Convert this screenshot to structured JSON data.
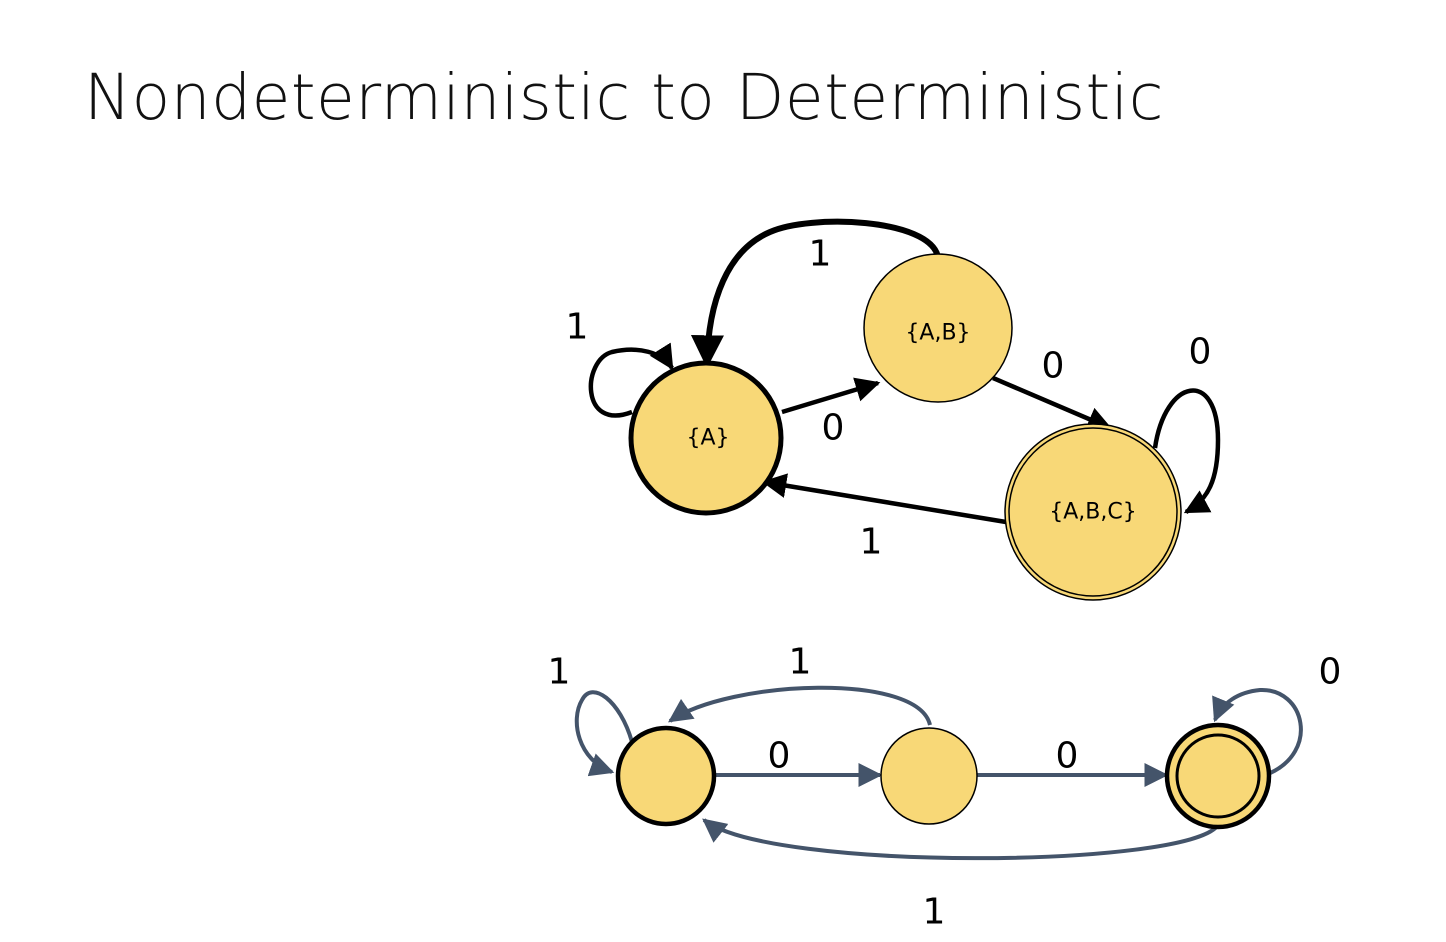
{
  "title": "Nondeterministic to Deterministic",
  "colors": {
    "state_fill": "#F8D877",
    "dark_edge": "#000000",
    "light_edge": "#44546A"
  },
  "top_diagram": {
    "states": {
      "a": "{A}",
      "ab": "{A,B}",
      "abc": "{A,B,C}"
    },
    "edges": {
      "a_self": "1",
      "a_to_ab": "0",
      "ab_to_a": "1",
      "ab_to_abc": "0",
      "abc_self": "0",
      "abc_to_a": "1"
    }
  },
  "bottom_diagram": {
    "edges": {
      "s1_self": "1",
      "s2_to_s1": "1",
      "s1_to_s2": "0",
      "s2_to_s3": "0",
      "s3_self": "0",
      "s3_to_s1": "1"
    }
  }
}
